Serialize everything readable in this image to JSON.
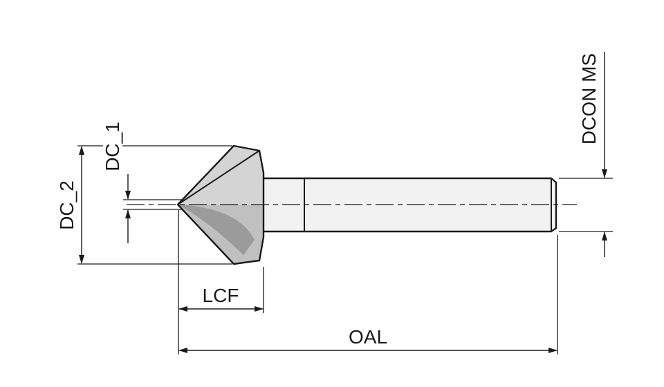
{
  "labels": {
    "dc_2": "DC_2",
    "dc_1": "DC_1",
    "lcf": "LCF",
    "oal": "OAL",
    "dcon": "DCON MS"
  },
  "colors": {
    "line": "#1a1a1a",
    "background": "#ffffff",
    "head_top_facet": "#d4d4d4",
    "head_bottom_facet": "#c0c0c0",
    "head_flute": "#9b9b9b",
    "shank": "#f2f2f2"
  }
}
